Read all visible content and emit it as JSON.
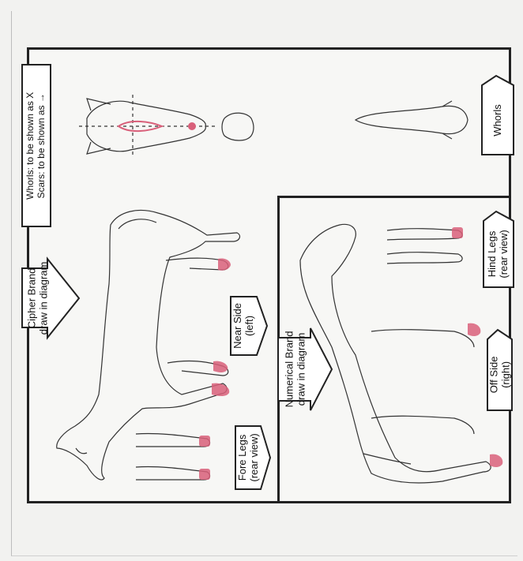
{
  "document": {
    "legend": {
      "whorls_line": "Whorls: to be shown as X",
      "scars_line": "Scars: to be shown as →"
    },
    "labels": {
      "cipher_brand_line1": "Cipher Brand",
      "cipher_brand_line2": "draw in diagram",
      "numerical_brand_line1": "Numerical Brand",
      "numerical_brand_line2": "draw in diagram",
      "near_side_line1": "Near Side",
      "near_side_line2": "(left)",
      "off_side_line1": "Off Side",
      "off_side_line2": "(right)",
      "fore_legs_line1": "Fore Legs",
      "fore_legs_line2": "(rear view)",
      "hind_legs_line1": "Hind Legs",
      "hind_legs_line2": "(rear view)",
      "whorls_tab": "Whorls"
    },
    "colors": {
      "ink": "#222222",
      "marking_pink": "#d9607a"
    }
  }
}
